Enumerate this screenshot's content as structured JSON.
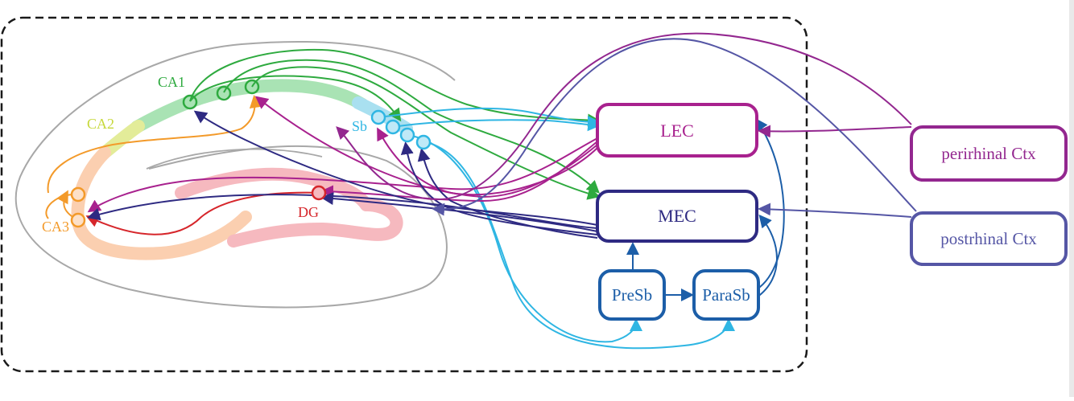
{
  "diagram": {
    "regions": {
      "ca1": "CA1",
      "ca2": "CA2",
      "ca3": "CA3",
      "dg": "DG",
      "sb": "Sb"
    },
    "boxes": {
      "lec": "LEC",
      "mec": "MEC",
      "presb": "PreSb",
      "parasb": "ParaSb",
      "perirhinal": "perirhinal Ctx",
      "postrhinal": "postrhinal Ctx"
    },
    "colors": {
      "ca1": "#2eaa3f",
      "ca2": "#c6d83a",
      "ca3": "#f39a2a",
      "dg": "#d6262b",
      "sb": "#2fb6e3",
      "lec": "#a8218e",
      "mec": "#2e2a82",
      "presb": "#1c5ea8",
      "perirhinal": "#93278f",
      "postrhinal": "#5556a5",
      "outline": "#9a9a9a",
      "dashed_box": "#1a1a1a"
    }
  }
}
